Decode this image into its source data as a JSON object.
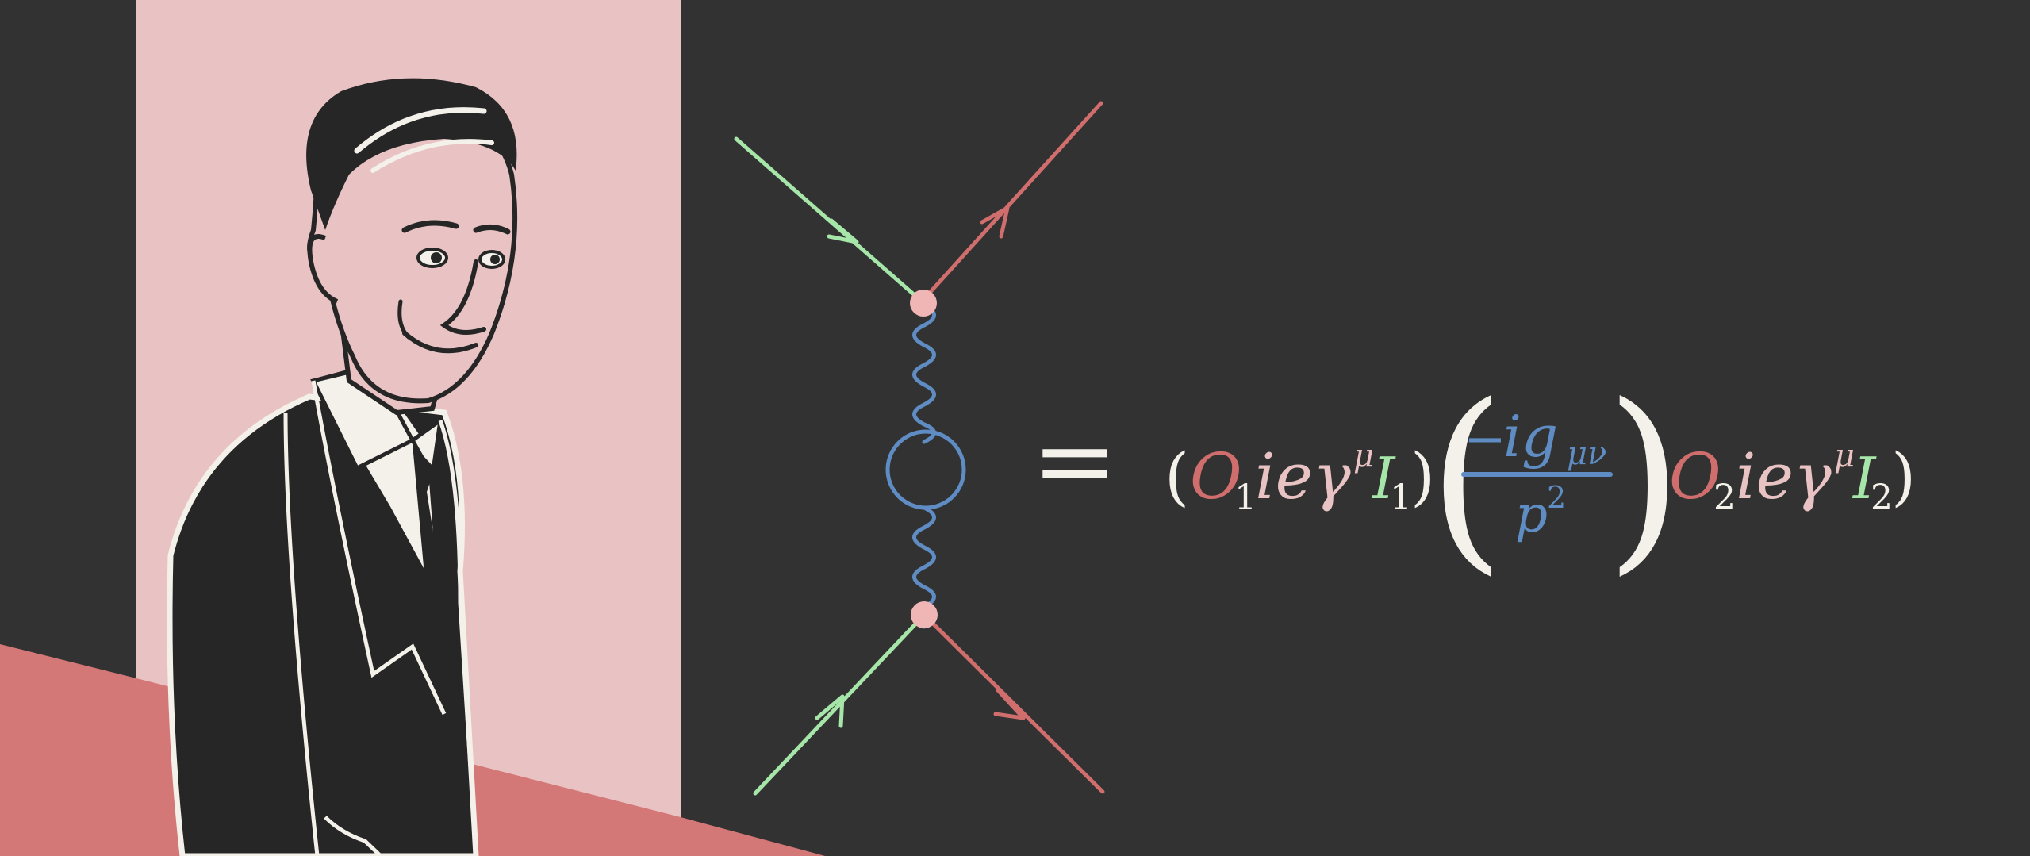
{
  "palette": {
    "background": "#323232",
    "panel_pink": "#e9c3c3",
    "floor_red": "#d47877",
    "ink": "#262626",
    "white": "#f4f1ea",
    "electron_green": "#a6e6a8",
    "muon_red": "#cf6e6d",
    "photon_blue": "#5e8cc3",
    "vertex_pink": "#f0b6b6"
  },
  "icons": {
    "portrait": "physicist-portrait-icon",
    "diagram": "feynman-diagram-icon"
  },
  "equation": {
    "equals": "=",
    "paren_open": "(",
    "paren_close": ")",
    "factor1": {
      "O": "O",
      "sub": "1",
      "iey": "ieγ",
      "mu": "μ",
      "I": "I",
      "isub": "1"
    },
    "propagator": {
      "minus": "−",
      "ig": "ig",
      "sub": "μν",
      "p": "p",
      "sup": "2"
    },
    "factor2": {
      "O": "O",
      "sub": "2",
      "iey": "ieγ",
      "mu": "μ",
      "I": "I",
      "isub": "2"
    }
  }
}
